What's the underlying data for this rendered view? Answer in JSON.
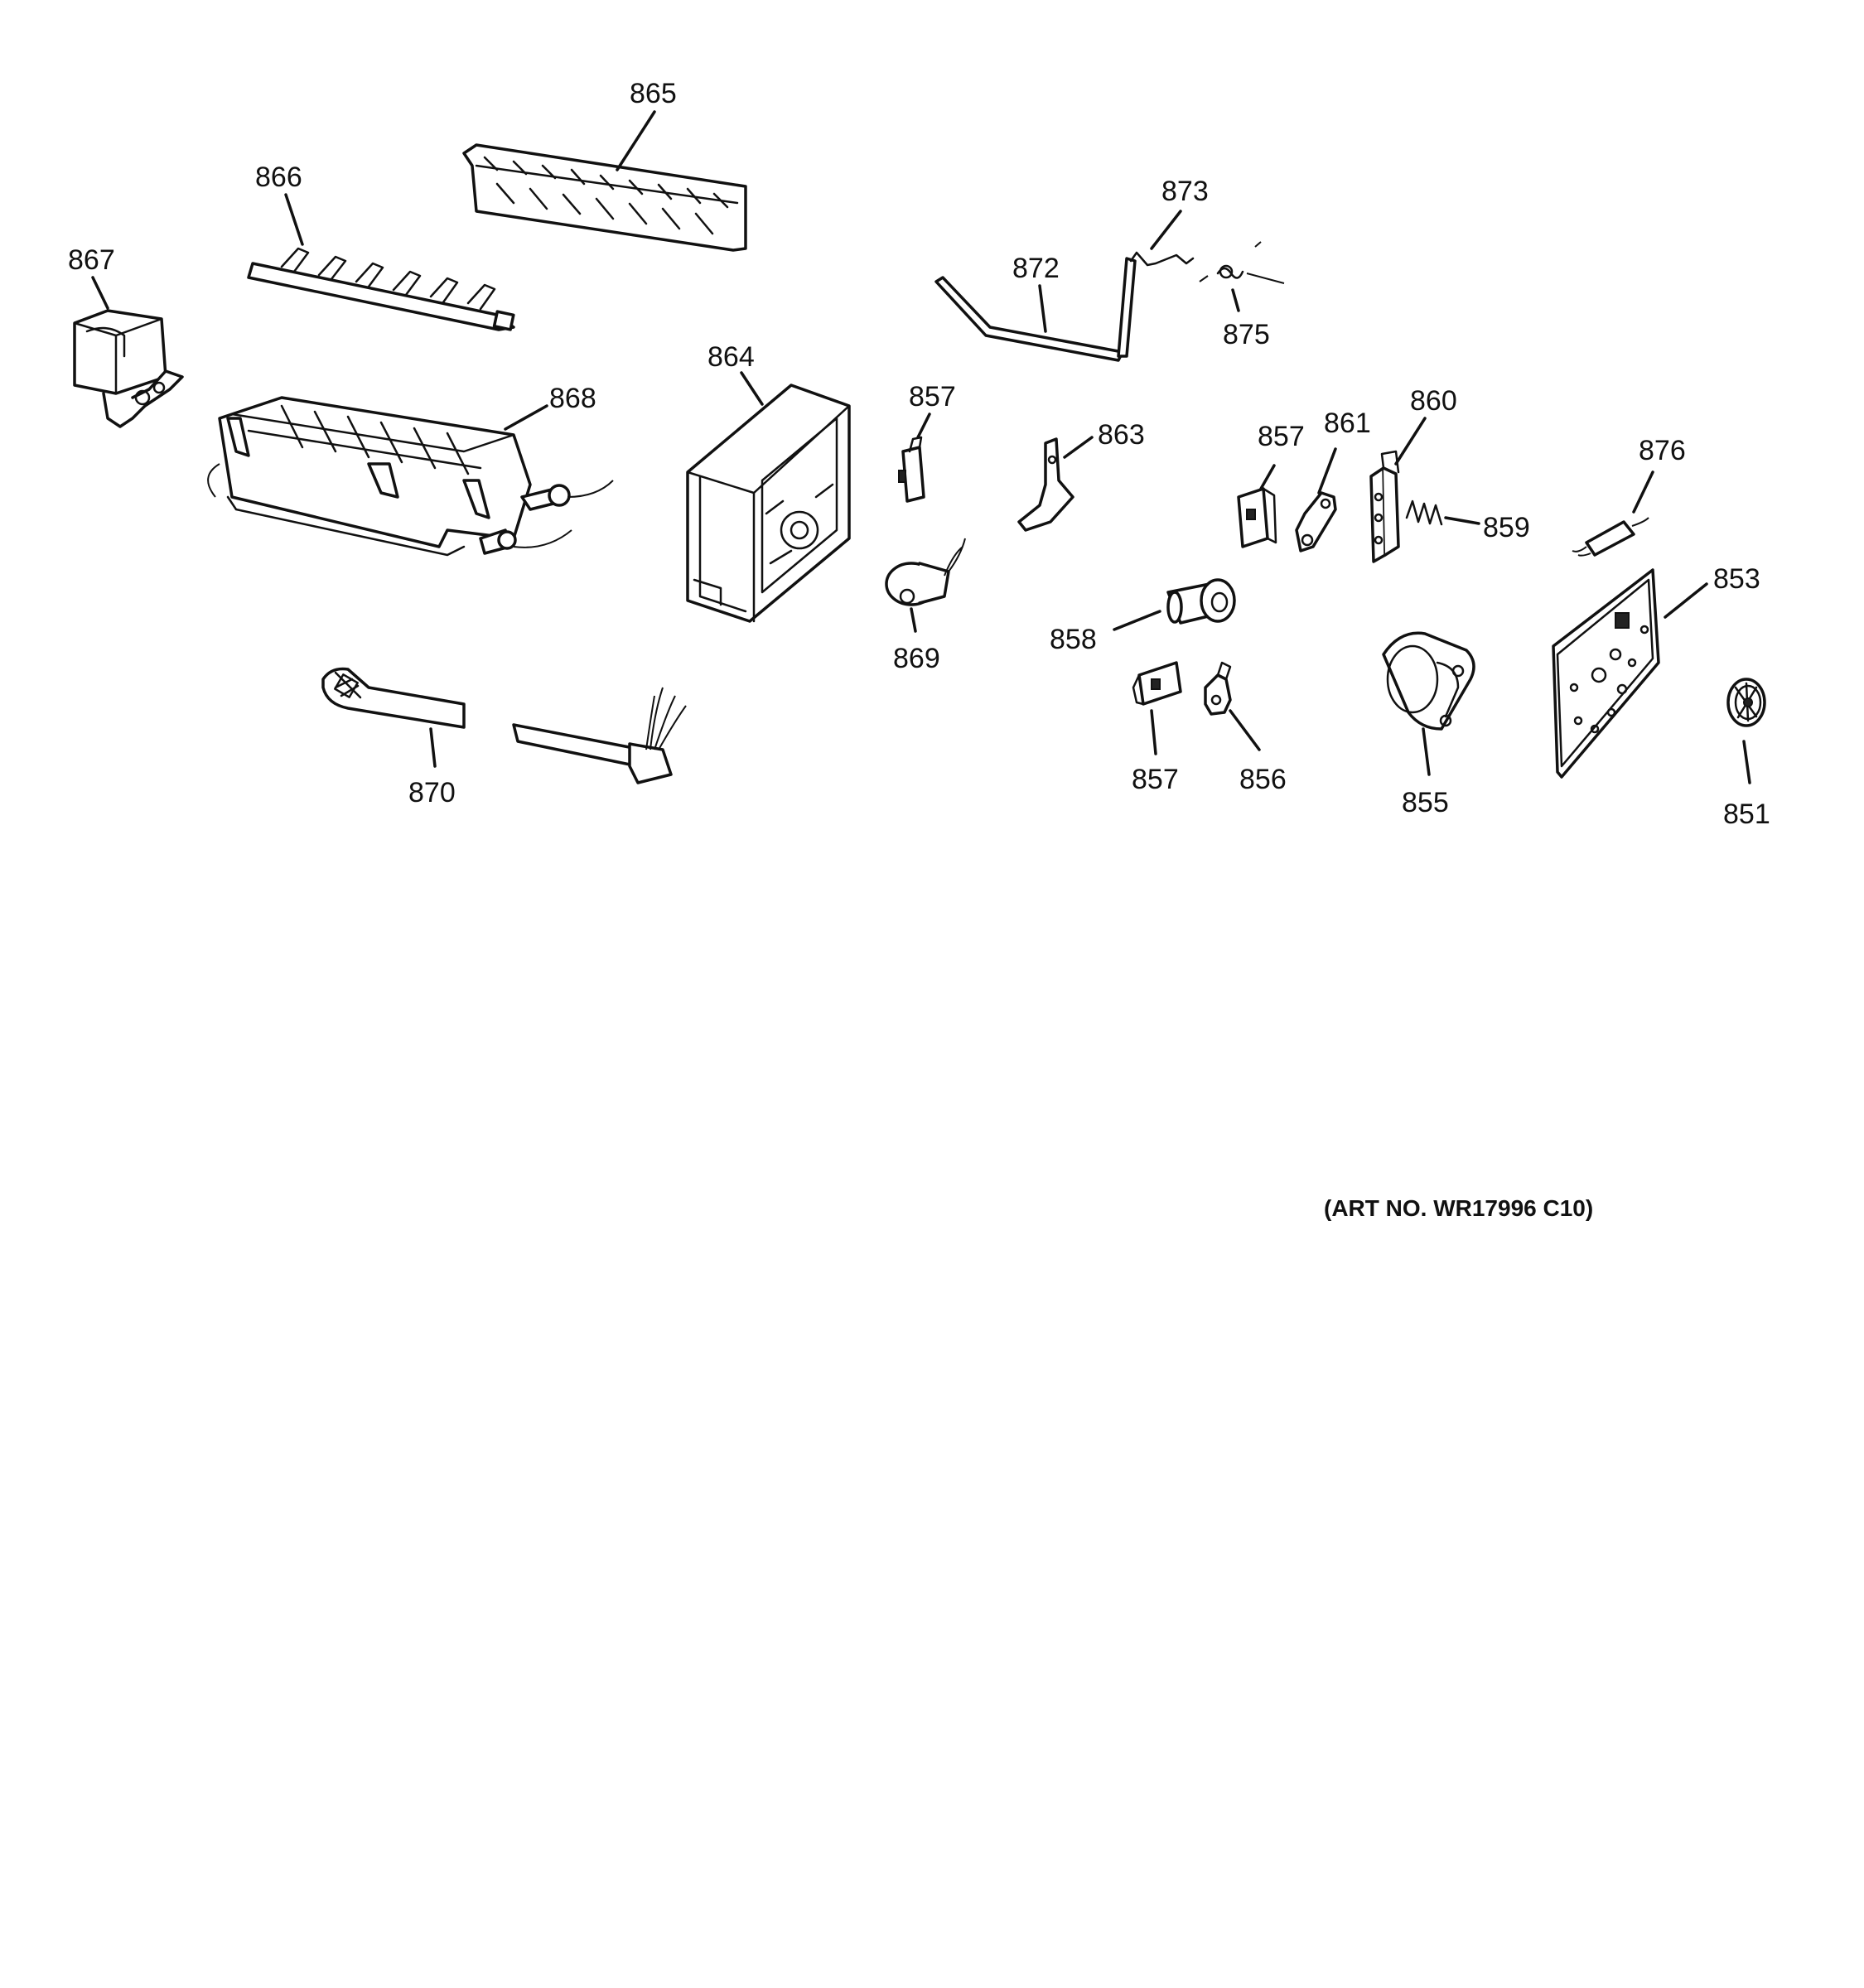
{
  "labels": {
    "p851": "851",
    "p853": "853",
    "p855": "855",
    "p856": "856",
    "p857a": "857",
    "p857b": "857",
    "p857c": "857",
    "p858": "858",
    "p859": "859",
    "p860": "860",
    "p861": "861",
    "p863": "863",
    "p864": "864",
    "p865": "865",
    "p866": "866",
    "p867": "867",
    "p868": "868",
    "p869": "869",
    "p870": "870",
    "p872": "872",
    "p873": "873",
    "p875": "875",
    "p876": "876"
  },
  "art_number": "(ART NO. WR17996 C10)"
}
